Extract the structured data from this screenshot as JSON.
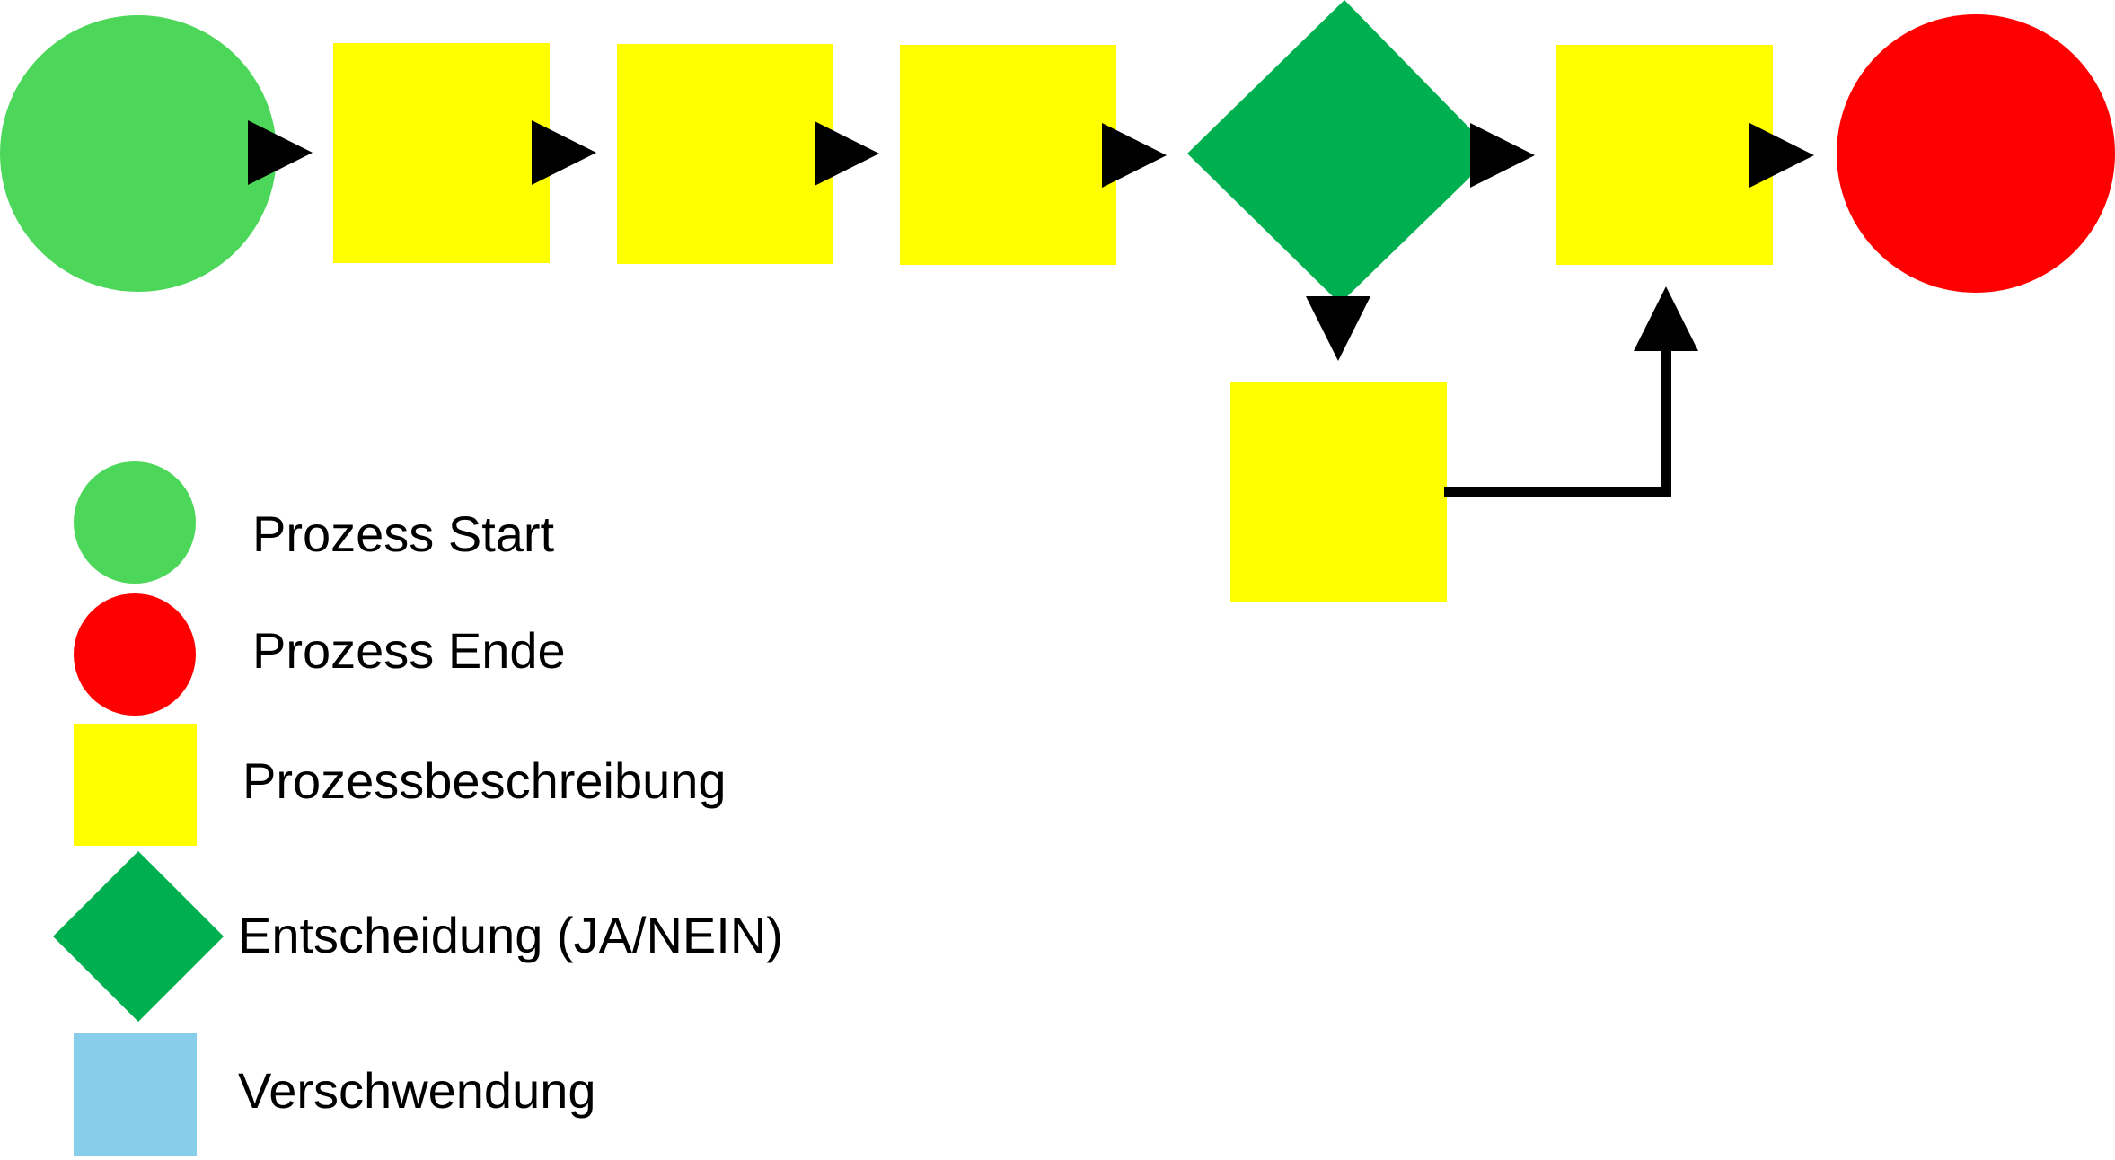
{
  "legend": {
    "items": [
      {
        "label": "Prozess Start",
        "shape": "circle",
        "color": "#4cd75a"
      },
      {
        "label": "Prozess Ende",
        "shape": "circle",
        "color": "#ff0000"
      },
      {
        "label": "Prozessbeschreibung",
        "shape": "square",
        "color": "#ffff00"
      },
      {
        "label": "Entscheidung (JA/NEIN)",
        "shape": "diamond",
        "color": "#00b050"
      },
      {
        "label": "Verschwendung",
        "shape": "square",
        "color": "#87ceeb"
      }
    ]
  },
  "flow": {
    "nodes": [
      {
        "type": "start",
        "color": "#4cd75a"
      },
      {
        "type": "process",
        "color": "#ffff00"
      },
      {
        "type": "process",
        "color": "#ffff00"
      },
      {
        "type": "process",
        "color": "#ffff00"
      },
      {
        "type": "decision",
        "color": "#00b050"
      },
      {
        "type": "process",
        "color": "#ffff00"
      },
      {
        "type": "end",
        "color": "#ff0000"
      },
      {
        "type": "process",
        "color": "#ffff00"
      }
    ],
    "edge_color": "#000000"
  }
}
